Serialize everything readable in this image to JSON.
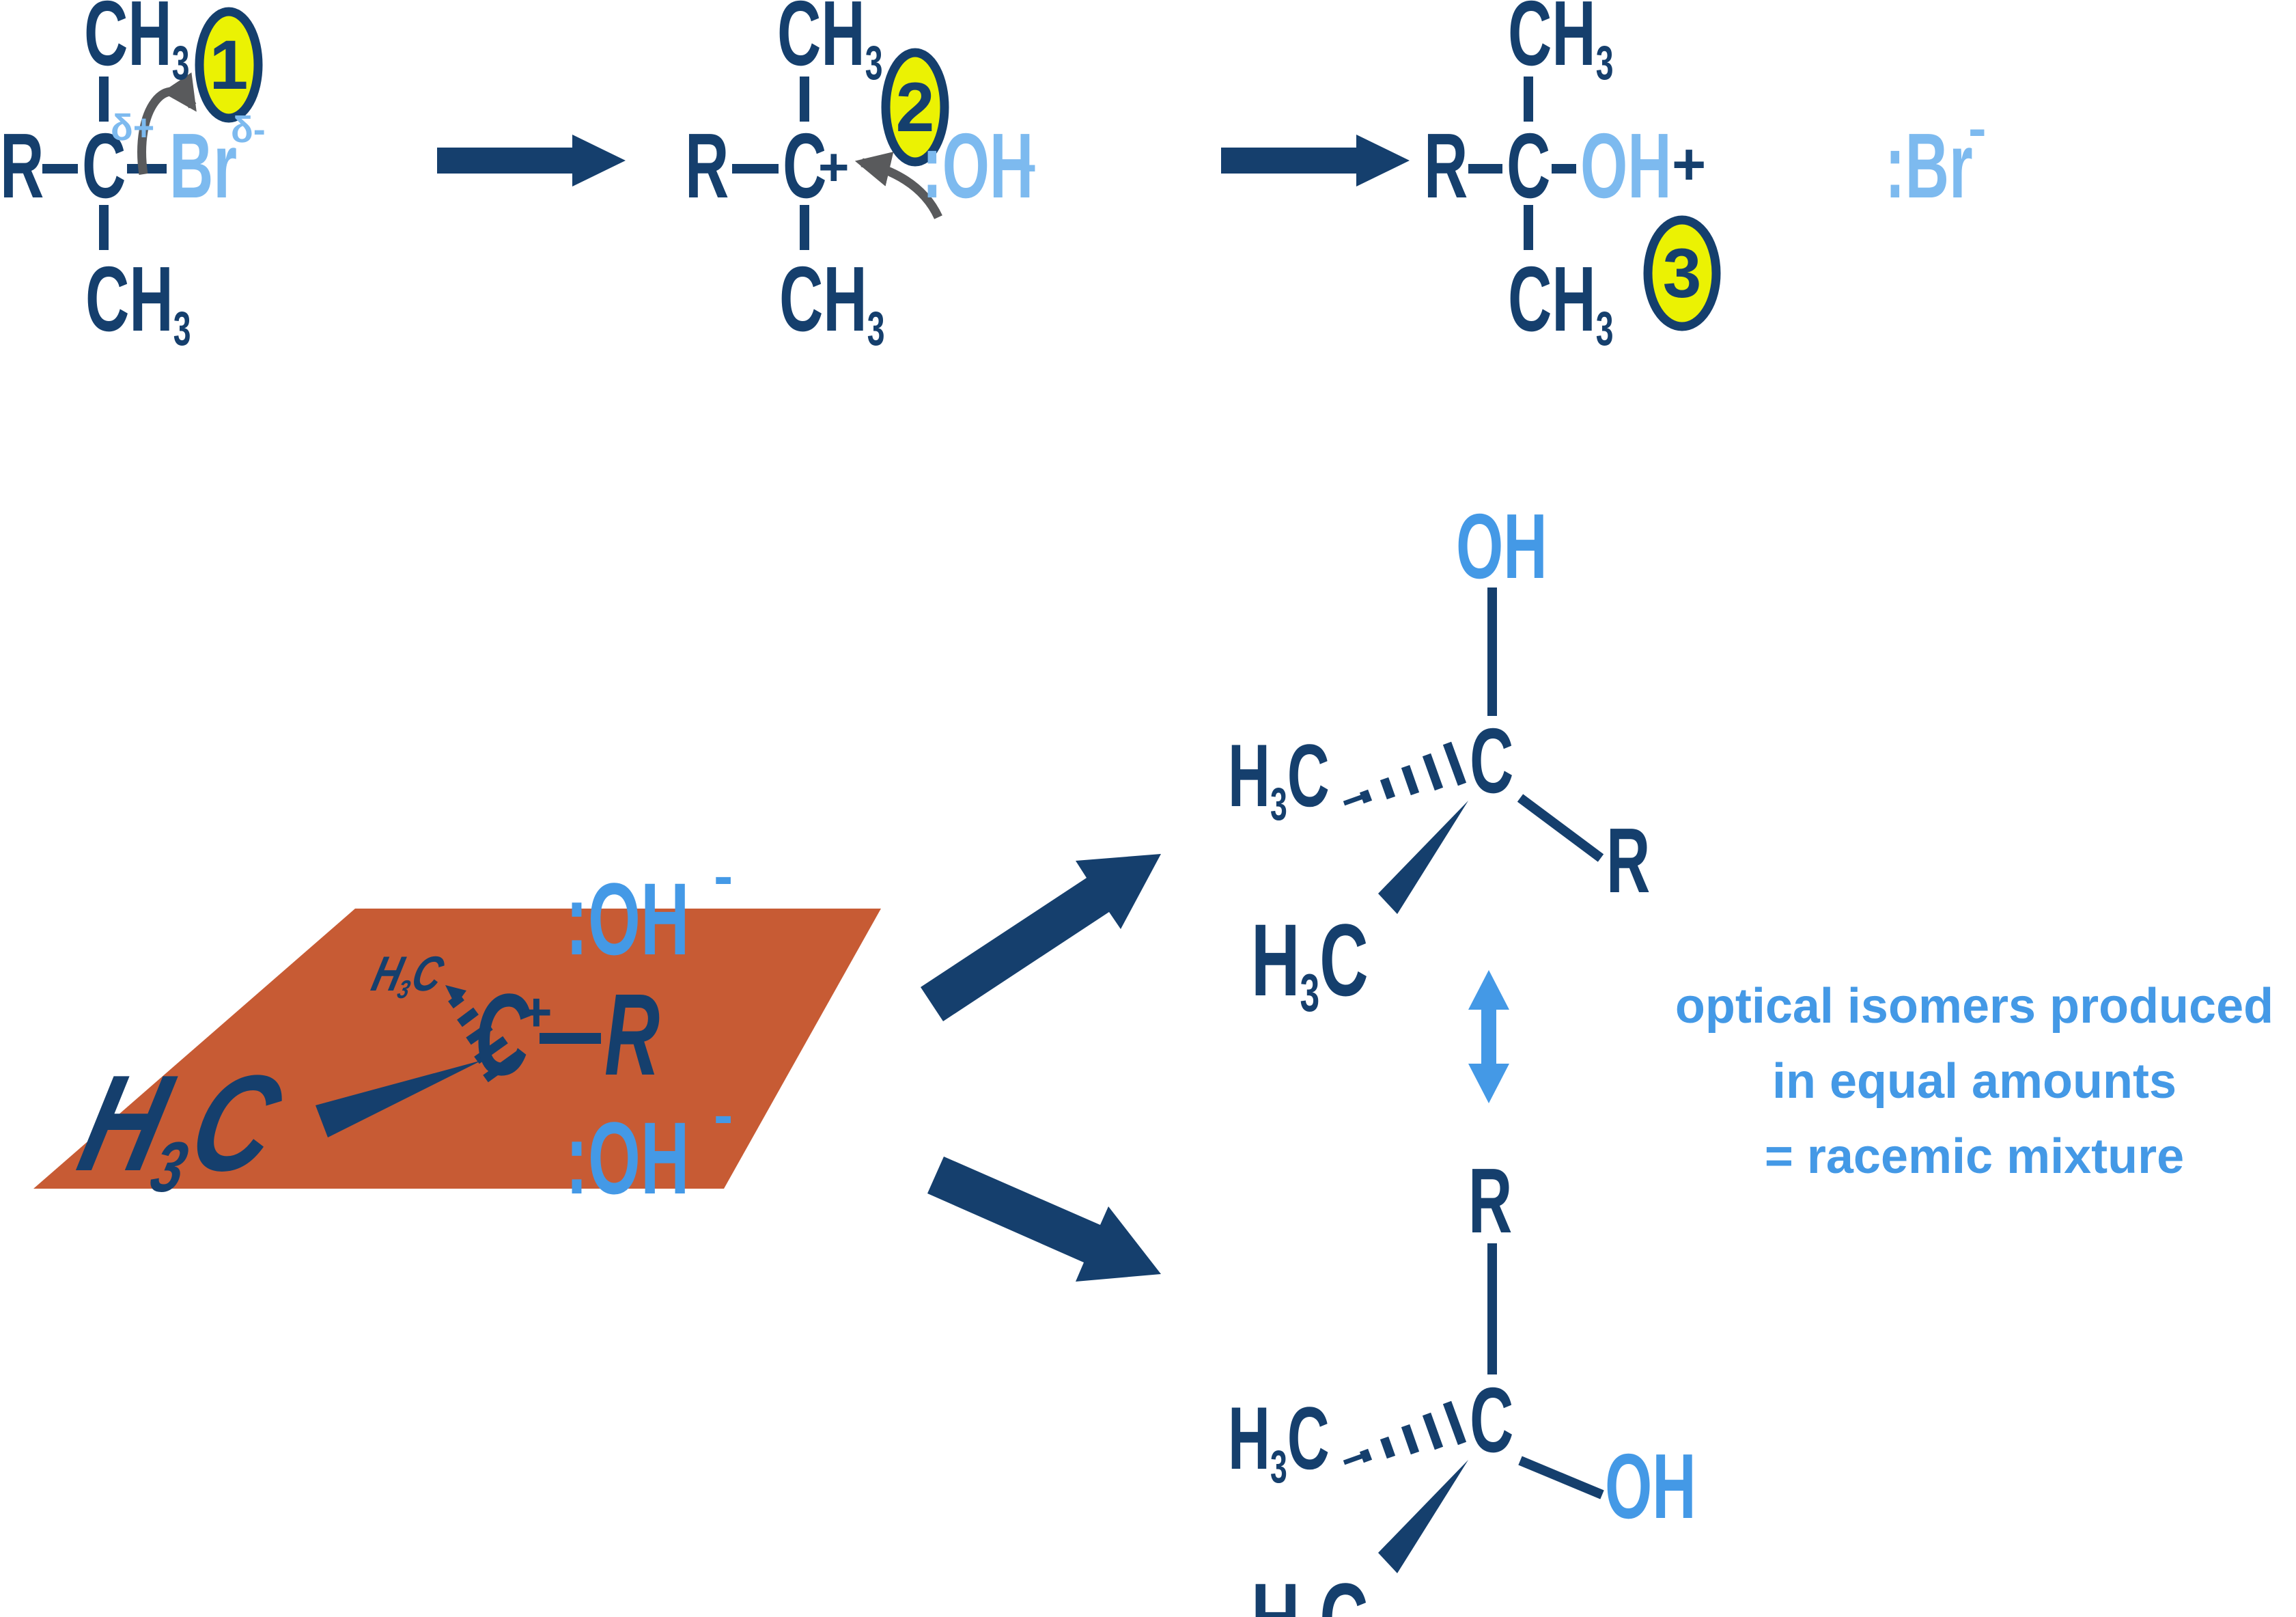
{
  "title": "SN1 nucleophilic substitution producing a racemic mixture",
  "colors": {
    "navy": "#153F6D",
    "light_blue": "#7DBAEF",
    "mid_blue": "#4499E6",
    "orange_plane": "#C75B34",
    "badge_yellow": "#EBF203",
    "arrow_gray": "#595A5C",
    "background": "#FFFFFF"
  },
  "glyphs": {
    "ch": "CH",
    "sub3": "3",
    "r": "R",
    "c": "C",
    "h": "H",
    "br": "Br",
    "oh": "OH",
    "colon_oh": ":OH",
    "colon_br": ":Br",
    "plus": "+",
    "minus": "-",
    "delta_plus": "δ+",
    "delta_minus": "δ-"
  },
  "badges": {
    "step1": "1",
    "step2": "2",
    "step3": "3"
  },
  "caption": {
    "line1": "optical isomers produced",
    "line2": "in equal amounts",
    "line3": "= racemic mixture"
  }
}
